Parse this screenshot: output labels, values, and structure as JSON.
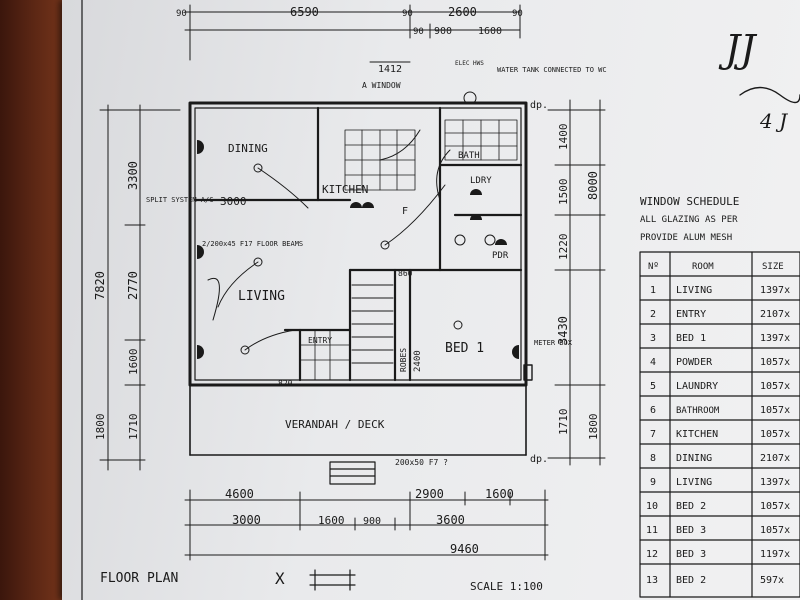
{
  "plan": {
    "title": "FLOOR PLAN",
    "scale": "SCALE 1:100",
    "north_mark": "X",
    "signature_initials": "JJ",
    "signature_date": "4 J"
  },
  "dimensions": {
    "top_main": "6590",
    "top_right": "2600",
    "top_small_90a": "90",
    "top_small_90b": "90",
    "top_small_90c": "90",
    "top_small_90d": "90",
    "top_900": "900",
    "top_1600": "1600",
    "window_1412": "1412",
    "left_total": "7820",
    "left_3300": "3300",
    "left_2770": "2770",
    "left_1600": "1600",
    "left_1710": "1710",
    "left_1800": "1800",
    "right_8000": "8000",
    "right_1400": "1400",
    "right_1500": "1500",
    "right_1220": "1220",
    "right_3430": "3430",
    "right_1710": "1710",
    "right_1800": "1800",
    "bottom_4600": "4600",
    "bottom_2900": "2900",
    "bottom_1600": "1600",
    "bottom_3000": "3000",
    "bottom_1600b": "1600",
    "bottom_900": "900",
    "bottom_3600": "3600",
    "bottom_total": "9460",
    "dp_top": "dp.",
    "dp_bottom": "dp."
  },
  "rooms": {
    "dining": "DINING",
    "kitchen": "KITCHEN",
    "living": "LIVING",
    "entry": "ENTRY",
    "bath": "BATH",
    "laundry": "LDRY",
    "powder": "PDR",
    "bed1": "BED 1",
    "robes": "ROBES",
    "veranda": "VERANDAH / DECK"
  },
  "notes": {
    "split_system": "SPLIT SYSTEM A/C",
    "floor_beams": "2/200x45 F17 FLOOR BEAMS",
    "elec_hws": "ELEC HWS",
    "water_tank": "WATER TANK CONNECTED TO WC",
    "window_note": "A WINDOW",
    "meter_box": "METER BOX",
    "deck_beam": "200x50 F7 ?",
    "fridge": "F",
    "dim_3000": "3000",
    "dim_2400": "2400",
    "dim_860": "860",
    "dim_820": "820"
  },
  "schedule": {
    "title": "WINDOW SCHEDULE",
    "note1": "ALL GLAZING AS PER",
    "note2": "PROVIDE ALUM MESH",
    "headers": [
      "Nº",
      "ROOM",
      "SIZE"
    ],
    "rows": [
      [
        "1",
        "LIVING",
        "1397x"
      ],
      [
        "2",
        "ENTRY",
        "2107x"
      ],
      [
        "3",
        "BED 1",
        "1397x"
      ],
      [
        "4",
        "POWDER",
        "1057x"
      ],
      [
        "5",
        "LAUNDRY",
        "1057x"
      ],
      [
        "6",
        "BATHROOM",
        "1057x"
      ],
      [
        "7",
        "KITCHEN",
        "1057x"
      ],
      [
        "8",
        "DINING",
        "2107x"
      ],
      [
        "9",
        "LIVING",
        "1397x"
      ],
      [
        "10",
        "BED 2",
        "1057x"
      ],
      [
        "11",
        "BED 3",
        "1057x"
      ],
      [
        "12",
        "BED 3",
        "1197x"
      ],
      [
        "13",
        "BED 2",
        "597x"
      ]
    ]
  }
}
